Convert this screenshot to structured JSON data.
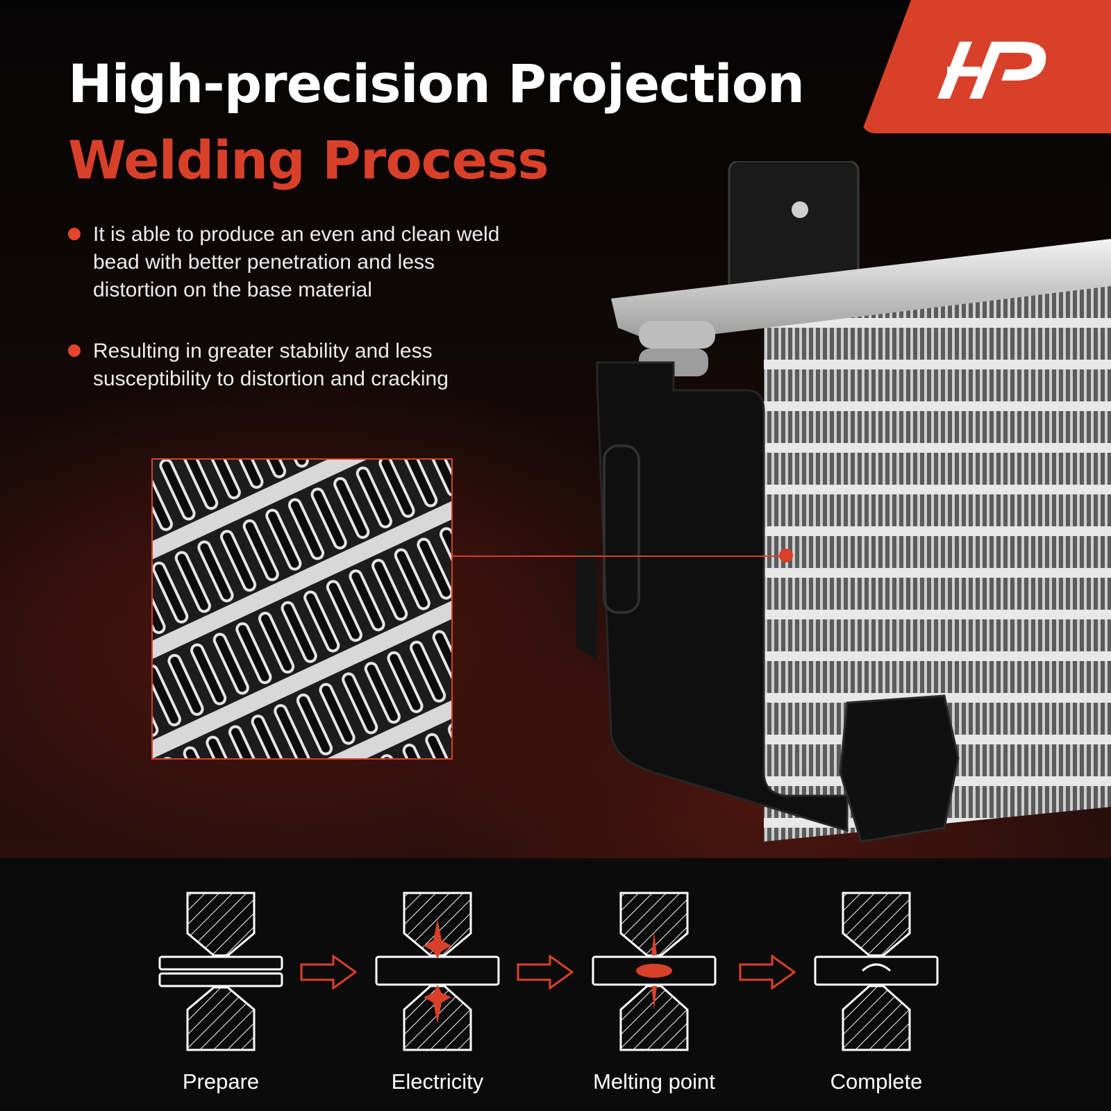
{
  "brand": {
    "accent": "#d9402a"
  },
  "header": {
    "title_line1": "High-precision Projection",
    "title_line2": "Welding Process"
  },
  "bullets": [
    {
      "text": "It is able to produce an even and clean weld bead with better penetration and less distortion on the base material"
    },
    {
      "text": "Resulting in greater stability and less susceptibility to distortion and cracking"
    }
  ],
  "steps": [
    {
      "label": "Prepare",
      "icon": "prepare-weld-icon"
    },
    {
      "label": "Electricity",
      "icon": "electricity-weld-icon"
    },
    {
      "label": "Melting point",
      "icon": "melting-point-weld-icon"
    },
    {
      "label": "Complete",
      "icon": "complete-weld-icon"
    }
  ]
}
